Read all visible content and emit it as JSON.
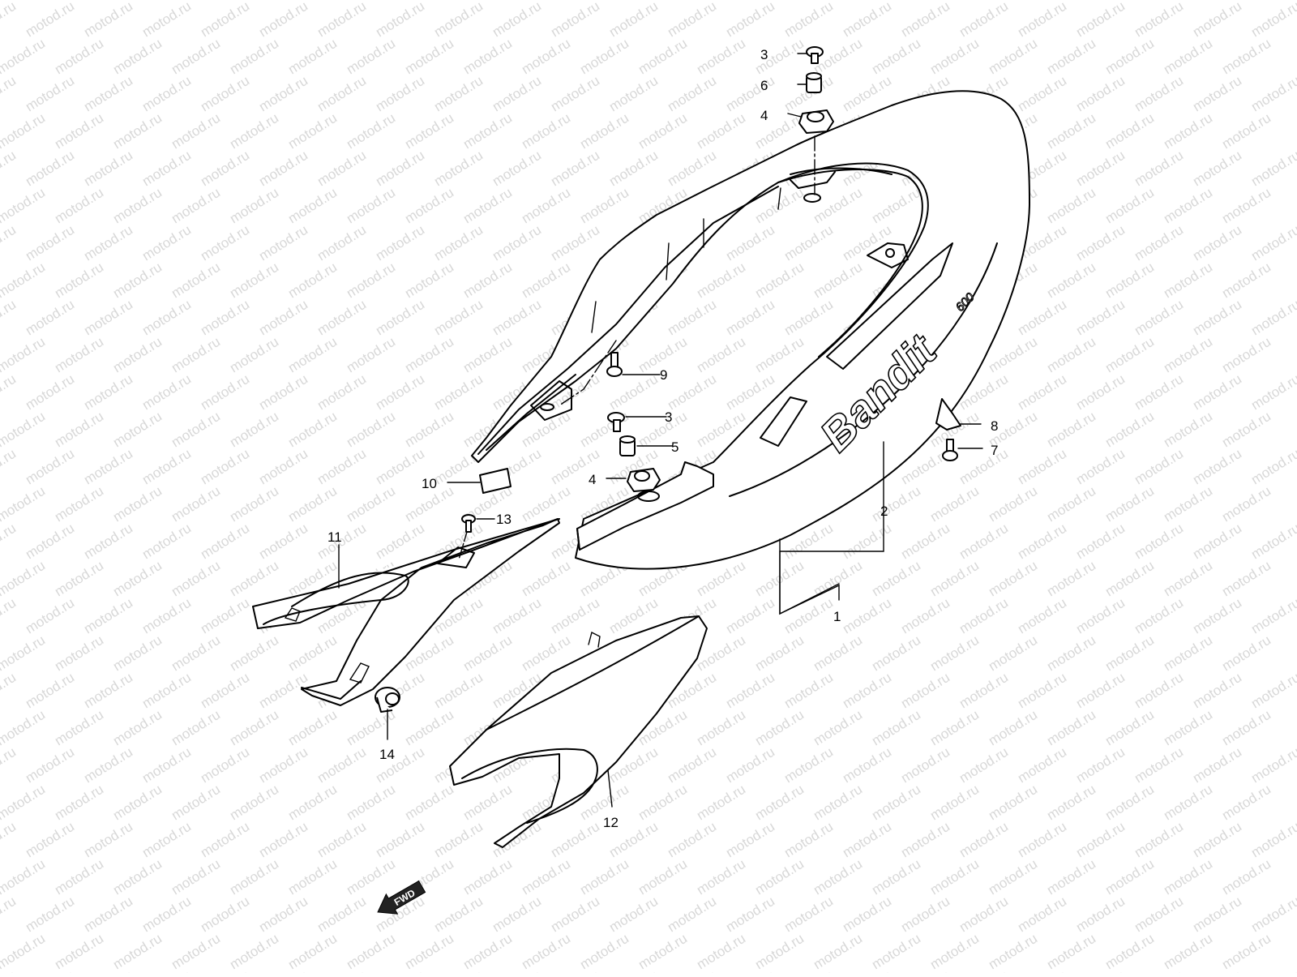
{
  "watermark": {
    "text": "motod.ru"
  },
  "callouts": [
    {
      "id": "c3a",
      "label": "3"
    },
    {
      "id": "c6",
      "label": "6"
    },
    {
      "id": "c4a",
      "label": "4"
    },
    {
      "id": "c9",
      "label": "9"
    },
    {
      "id": "c3b",
      "label": "3"
    },
    {
      "id": "c5",
      "label": "5"
    },
    {
      "id": "c4b",
      "label": "4"
    },
    {
      "id": "c8",
      "label": "8"
    },
    {
      "id": "c7",
      "label": "7"
    },
    {
      "id": "c10",
      "label": "10"
    },
    {
      "id": "c13",
      "label": "13"
    },
    {
      "id": "c11",
      "label": "11"
    },
    {
      "id": "c2",
      "label": "2"
    },
    {
      "id": "c1",
      "label": "1"
    },
    {
      "id": "c14",
      "label": "14"
    },
    {
      "id": "c12",
      "label": "12"
    }
  ],
  "fwd_arrow": {
    "label": "FWD"
  },
  "decal": {
    "text": "Bandit",
    "badge": "600"
  }
}
